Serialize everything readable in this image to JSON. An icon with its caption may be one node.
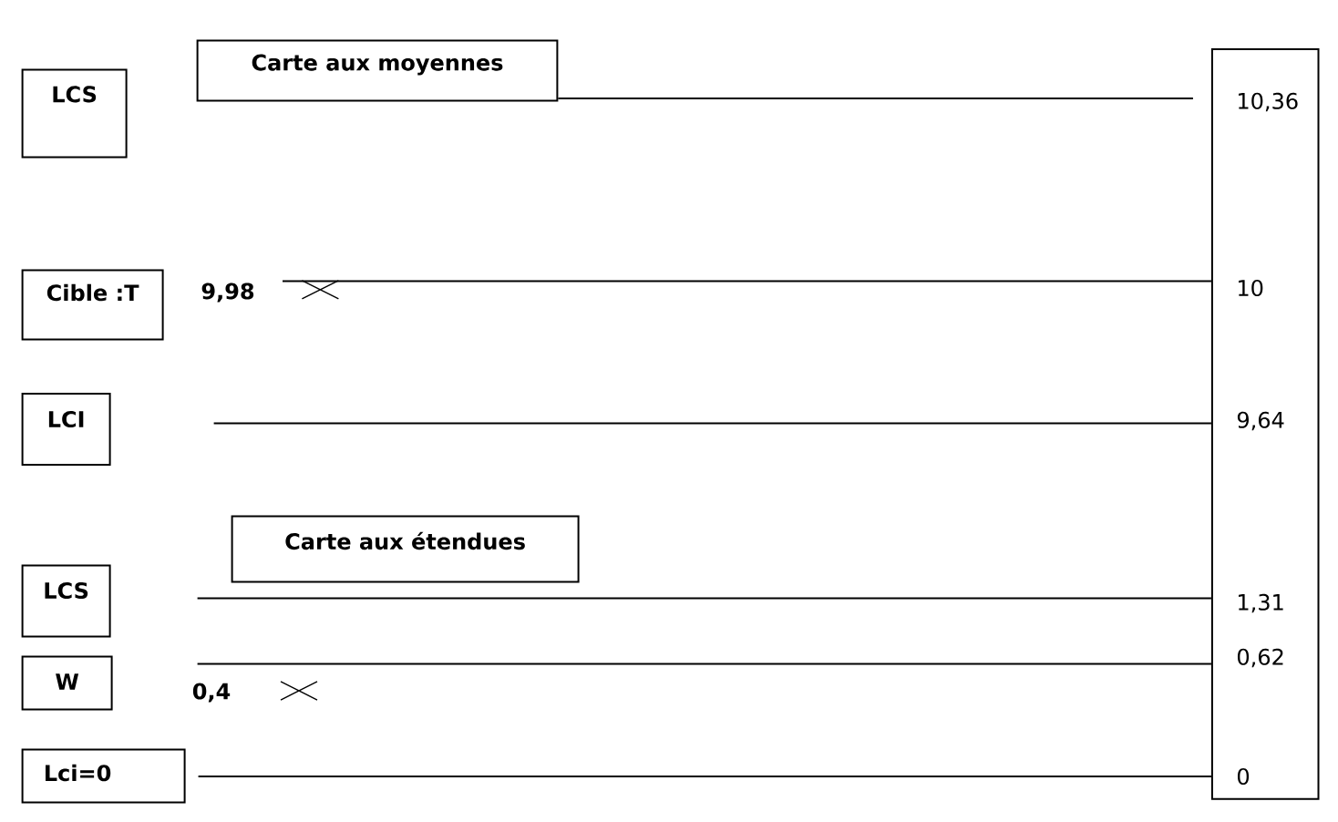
{
  "diagram": {
    "nodes": [
      {
        "text": [
          "LCS"
        ]
      },
      {
        "text": [
          "Carte aux moyennes"
        ]
      },
      {
        "text": [
          "Cible :T"
        ]
      },
      {
        "text": [
          "LCI"
        ]
      },
      {
        "text": [
          "Carte aux étendues"
        ]
      },
      {
        "text": [
          "LCS"
        ]
      },
      {
        "text": [
          "W"
        ]
      },
      {
        "text": [
          "Lci=0"
        ]
      },
      {
        "text": [
          "10,36",
          "10",
          "9,64",
          "1,31",
          "0,62",
          "0"
        ]
      }
    ],
    "edges": [
      {
        "from": 1,
        "to": 8,
        "arrow": "none"
      },
      {
        "from": null,
        "to": 8,
        "arrow": "none"
      },
      {
        "from": null,
        "to": 8,
        "arrow": "none"
      },
      {
        "from": null,
        "to": 8,
        "arrow": "none"
      },
      {
        "from": null,
        "to": 8,
        "arrow": "none"
      },
      {
        "from": 7,
        "to": 8,
        "arrow": "none"
      }
    ],
    "labels": [
      "9,98",
      "0,4"
    ]
  }
}
